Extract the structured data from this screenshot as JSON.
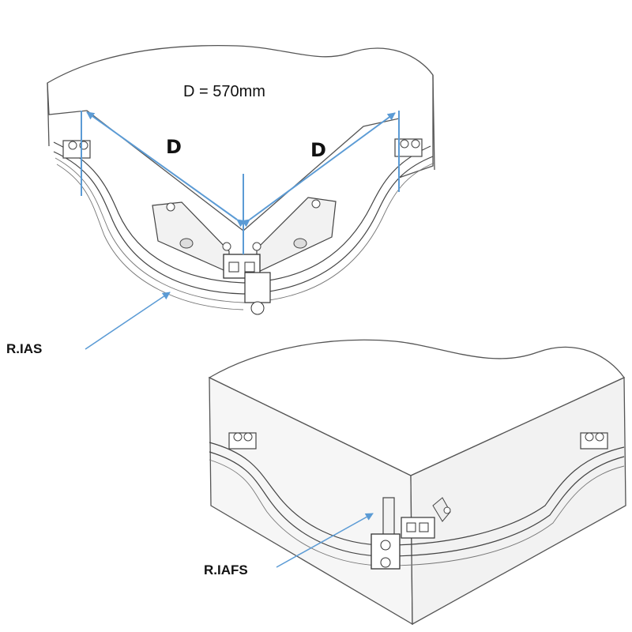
{
  "dimension": {
    "title": "D = 570mm",
    "left_label": "D",
    "right_label": "D"
  },
  "callouts": {
    "top": "R.IAS",
    "bottom": "R.IAFS"
  },
  "colors": {
    "arrow": "#5b9bd5",
    "outline": "#555555",
    "wall_shade": "#f4f4f4",
    "top_face": "#ffffff"
  }
}
